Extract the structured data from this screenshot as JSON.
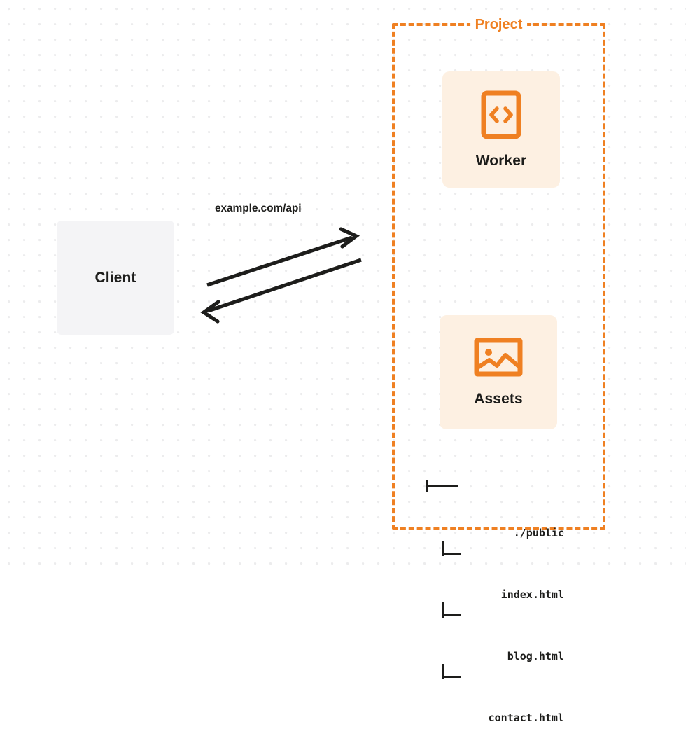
{
  "diagram": {
    "title": "Project",
    "background": "dot-grid",
    "accent_color": "#ef8022",
    "card_bg_color": "#fdf0e2",
    "client_bg_color": "#f4f4f6",
    "text_color": "#1d1d1b"
  },
  "client": {
    "label": "Client"
  },
  "connection": {
    "label": "example.com/api",
    "request_direction": "client-to-project",
    "response_direction": "project-to-client",
    "stroke_color": "#1d1d1b"
  },
  "project": {
    "label": "Project",
    "nodes": [
      {
        "id": "worker",
        "label": "Worker",
        "icon": "code-brackets-icon"
      },
      {
        "id": "assets",
        "label": "Assets",
        "icon": "image-icon"
      }
    ]
  },
  "file_tree": {
    "rows": [
      {
        "connector": "├──",
        "name": "./public",
        "depth": 0
      },
      {
        "connector": "|__",
        "name": "index.html",
        "depth": 1
      },
      {
        "connector": "|__",
        "name": "blog.html",
        "depth": 1
      },
      {
        "connector": "|__",
        "name": "contact.html",
        "depth": 1
      }
    ]
  }
}
